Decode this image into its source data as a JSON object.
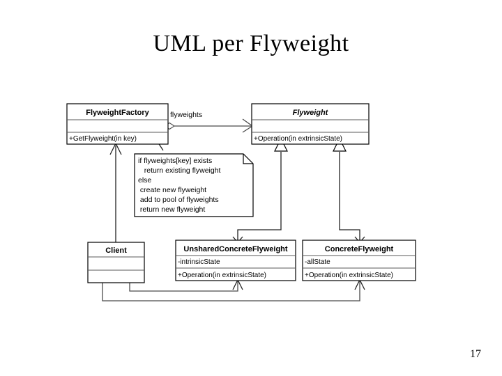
{
  "slide": {
    "title": "UML per Flyweight",
    "page_number": "17"
  },
  "diagram": {
    "type": "uml-class-diagram",
    "pattern": "Flyweight",
    "classes": [
      {
        "id": "flyweight-factory",
        "name": "FlyweightFactory",
        "abstract": false,
        "attributes": [],
        "operations": [
          "+GetFlyweight(in key)"
        ]
      },
      {
        "id": "flyweight",
        "name": "Flyweight",
        "abstract": true,
        "attributes": [],
        "operations": [
          "+Operation(in extrinsicState)"
        ]
      },
      {
        "id": "client",
        "name": "Client",
        "abstract": false,
        "attributes": [],
        "operations": []
      },
      {
        "id": "unshared-concrete-flyweight",
        "name": "UnsharedConcreteFlyweight",
        "abstract": false,
        "attributes": [
          "-intrinsicState"
        ],
        "operations": [
          "+Operation(in extrinsicState)"
        ]
      },
      {
        "id": "concrete-flyweight",
        "name": "ConcreteFlyweight",
        "abstract": false,
        "attributes": [
          "-allState"
        ],
        "operations": [
          "+Operation(in extrinsicState)"
        ]
      }
    ],
    "associations": [
      {
        "id": "factory-flyweights",
        "label": "flyweights",
        "kind": "aggregation",
        "from": "flyweight-factory",
        "to": "flyweight"
      }
    ],
    "generalizations": [
      {
        "from": "unshared-concrete-flyweight",
        "to": "flyweight"
      },
      {
        "from": "concrete-flyweight",
        "to": "flyweight"
      }
    ],
    "dependencies": [
      {
        "from": "client",
        "to": "flyweight-factory"
      },
      {
        "from": "client",
        "to": "unshared-concrete-flyweight"
      },
      {
        "from": "client",
        "to": "concrete-flyweight"
      }
    ],
    "note": {
      "id": "getflyweight-note",
      "anchor": "flyweight-factory.+GetFlyweight(in key)",
      "lines": [
        "if flyweights[key] exists",
        "   return existing flyweight",
        "else",
        " create new flyweight",
        " add to pool of flyweights",
        " return new flyweight"
      ]
    },
    "colors": {
      "background": "#ffffff",
      "box_border": "#000000",
      "box_fill": "#ffffff",
      "link": "#4a4a4a",
      "text": "#000000"
    }
  }
}
